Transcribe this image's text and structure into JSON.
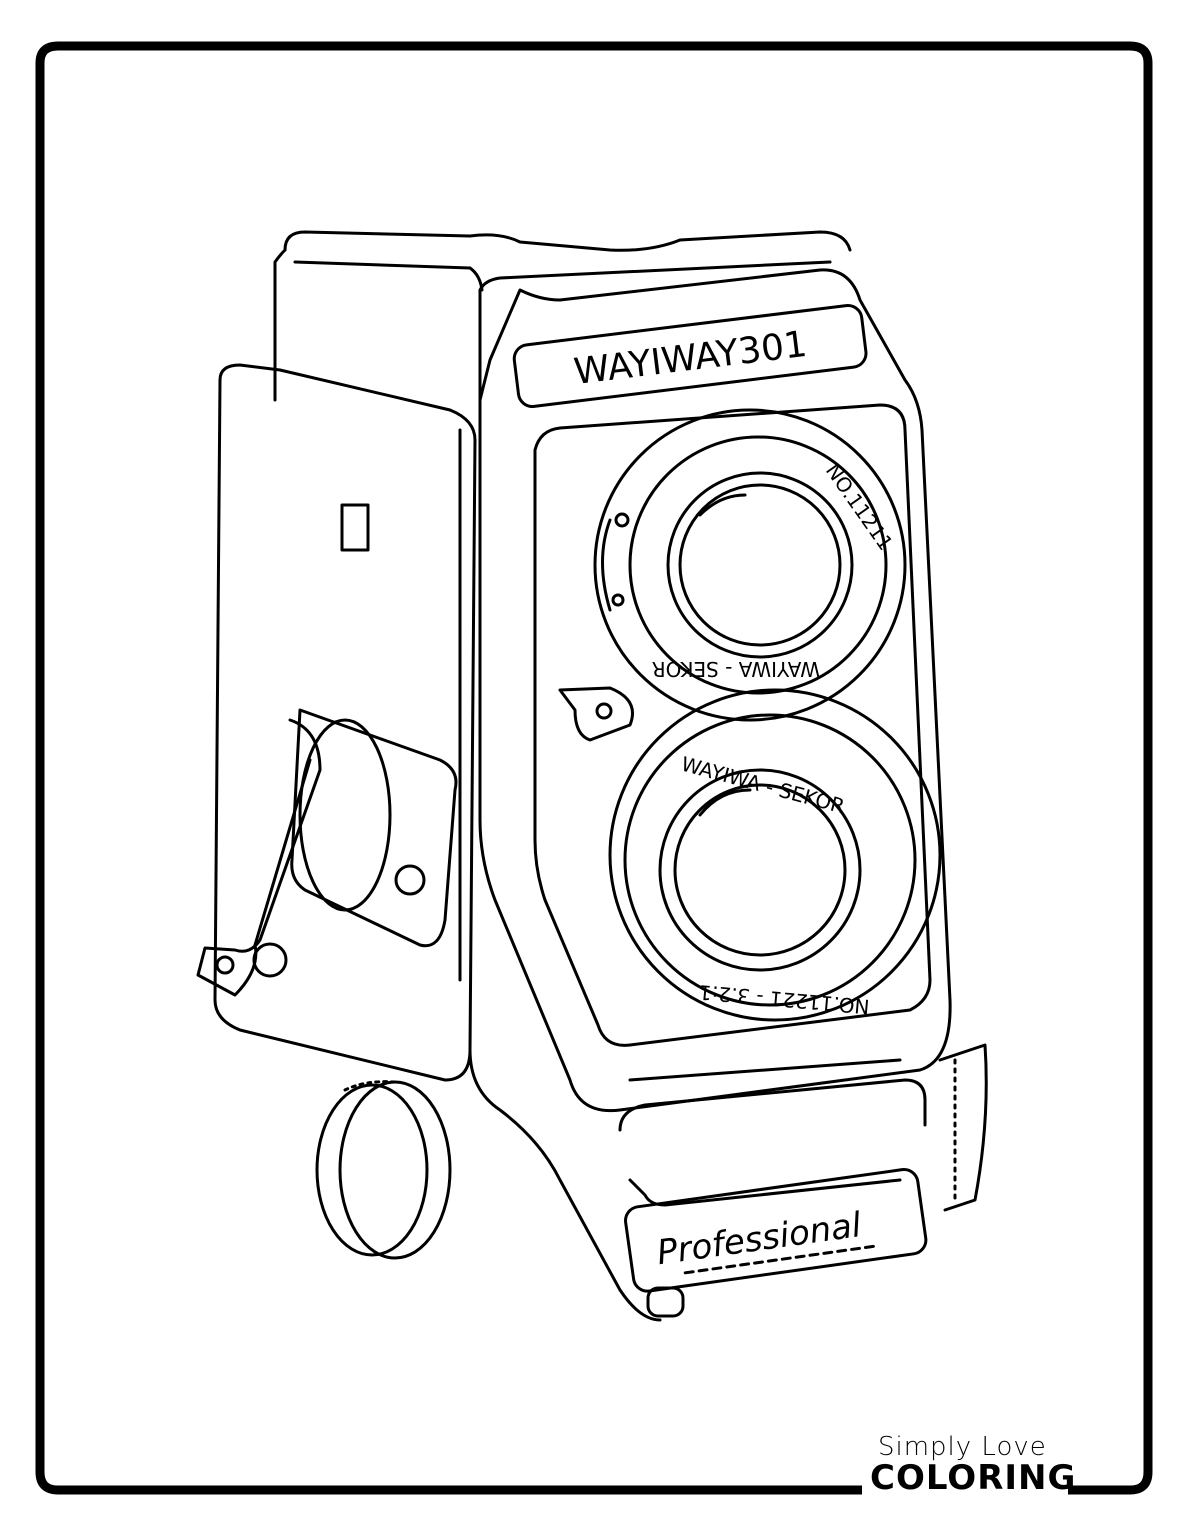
{
  "camera": {
    "brand_plate": "WAYIWAY301",
    "upper_lens": {
      "ring_text_top": "NO.11211",
      "ring_text_bottom": "WAYIWA - SEKOR"
    },
    "lower_lens": {
      "ring_text_top": "WAYIWA - SEKOR",
      "ring_text_bottom": "NO.11221 - 3.2:1"
    },
    "base_label": "Professional"
  },
  "logo": {
    "line1": "Simply Love",
    "line2": "COLORING"
  },
  "colors": {
    "line": "#000000",
    "background": "#ffffff"
  }
}
